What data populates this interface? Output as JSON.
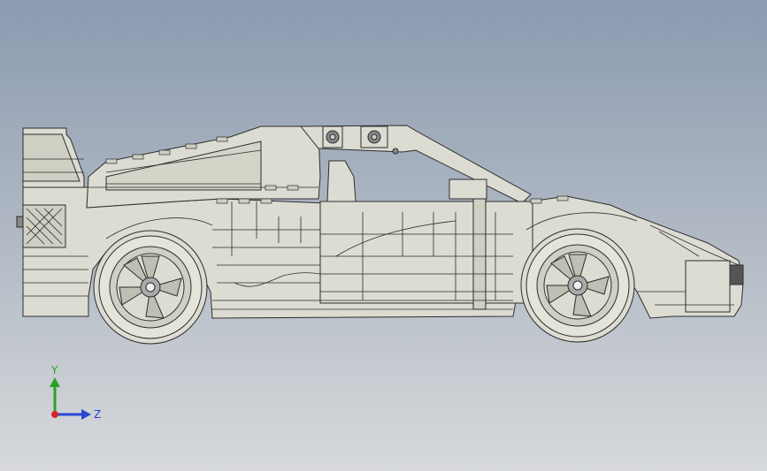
{
  "viewport": {
    "background_top": "#8b9ab0",
    "background_bottom": "#d7d9db"
  },
  "model": {
    "icon": "sports-car-side-view-model",
    "fill_color": "#dcdcd2",
    "edge_color": "#2d2d2d"
  },
  "triad": {
    "y_label": "Y",
    "z_label": "Z",
    "y_color": "#2aa02a",
    "z_color": "#2846d2",
    "x_color": "#d22828"
  }
}
